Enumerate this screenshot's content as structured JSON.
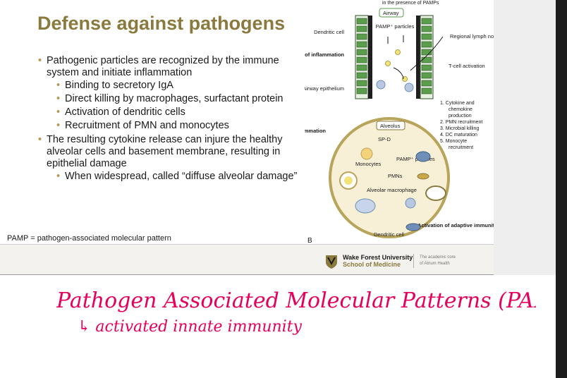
{
  "slide": {
    "title": "Defense against pathogens",
    "bullets": [
      {
        "text": "Pathogenic particles are recognized by the immune system and initiate inflammation",
        "sub": [
          "Binding to secretory IgA",
          "Direct killing by macrophages, surfactant protein",
          "Activation of dendritic cells",
          "Recruitment of PMN and monocytes"
        ]
      },
      {
        "text": "The resulting cytokine release can injure the healthy alveolar cells and basement membrane, resulting in epithelial damage",
        "sub": [
          "When widespread, called “diffuse alveolar damage”"
        ]
      }
    ],
    "footnote": "PAMP = pathogen-associated molecular pattern",
    "figure_letter": "B"
  },
  "figure": {
    "top_caption": "in the presence of PAMPs",
    "airway_label": "Airway",
    "pamp_particles": "PAMP⁺ particles",
    "dendritic_cell": "Dendritic cell",
    "initiation_top": "Initiation of inflammation",
    "airway_epithelium": "Airway epithelium",
    "regional_lymph": "Regional lymph nodes",
    "tcell_activation": "T-cell activation",
    "numbered_list": [
      "1. Cytokine and",
      "chemokine",
      "production",
      "2. PMN recruitment",
      "3. Microbial killing",
      "4. DC maturation",
      "5. Monocyte",
      "recruitment"
    ],
    "alveolus_label": "Alveolus",
    "initiation_bottom": "Initiation of inflammation",
    "spd": "SP-D",
    "pamp_particles_2": "PAMP⁺ particles",
    "monocytes": "Monocytes",
    "pmns": "PMNs",
    "alveolar_macrophage": "Alveolar macrophage",
    "dendritic_cell_2": "Dendritic cell",
    "activation_adaptive": "Activation of adaptive immunity"
  },
  "footer": {
    "university": "Wake Forest University",
    "school": "School of Medicine",
    "tagline_1": "The academic core",
    "tagline_2": "of Atrium Health"
  },
  "handwritten_note": {
    "line1": "Pathogen Associated Molecular Patterns (PAMPs)",
    "line2": "↳ activated innate immunity"
  },
  "colors": {
    "title": "#8a7a3e",
    "bullet": "#b59a53",
    "ink": "#e6005c",
    "figure_green": "#5a9e4b",
    "figure_blue": "#6f8fb8"
  }
}
